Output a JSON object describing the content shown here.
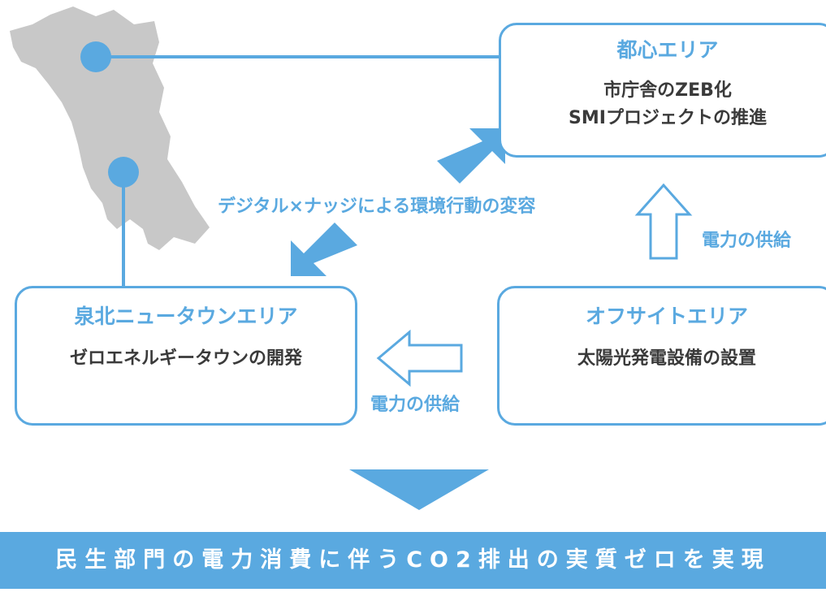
{
  "colors": {
    "accent": "#5aa9e0",
    "map_fill": "#c8c8c8",
    "text_dark": "#3a3a3a",
    "banner_text": "#ffffff"
  },
  "icons": {
    "map": "city-map-silhouette",
    "marker": "location-dot",
    "flow_arrow": "diagonal-arrow",
    "supply_arrow": "outline-arrow",
    "result_arrow": "down-triangle"
  },
  "urban_area": {
    "title": "都心エリア",
    "line1": "市庁舎のZEB化",
    "line2": "SMIプロジェクトの推進"
  },
  "newtown_area": {
    "title": "泉北ニュータウンエリア",
    "line1": "ゼロエネルギータウンの開発"
  },
  "offsite_area": {
    "title": "オフサイトエリア",
    "line1": "太陽光発電設備の設置"
  },
  "behavior_label": "デジタル×ナッジによる環境行動の変容",
  "power_supply_up": "電力の供給",
  "power_supply_left": "電力の供給",
  "banner": "民生部門の電力消費に伴うCO2排出の実質ゼロを実現"
}
